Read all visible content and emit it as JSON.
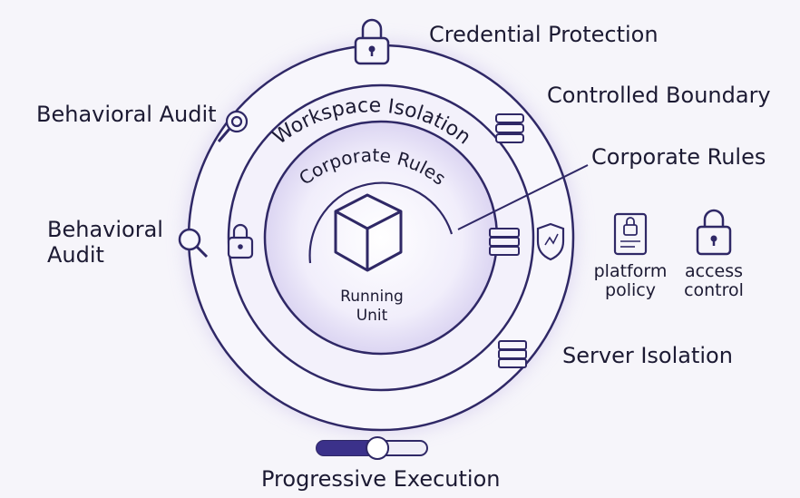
{
  "rings": {
    "middle_label": "Workspace Isolation",
    "inner_label": "Corporate Rules"
  },
  "core": {
    "line1": "Running",
    "line2": "Unit"
  },
  "labels": {
    "credential_protection": "Credential Protection",
    "controlled_boundary": "Controlled Boundary",
    "corporate_rules": "Corporate Rules",
    "behavioral_audit_top": "Behavioral Audit",
    "behavioral_audit_left_line1": "Behavioral",
    "behavioral_audit_left_line2": "Audit",
    "server_isolation": "Server Isolation",
    "progressive_execution": "Progressive Execution",
    "platform_policy_line1": "platform",
    "platform_policy_line2": "policy",
    "access_control_line1": "access",
    "access_control_line2": "control"
  },
  "colors": {
    "ring": "#2f2866",
    "accent": "#6b5bb8",
    "glow": "#cfc6ee",
    "slider_fill": "#3b318a"
  },
  "icons": [
    "lock-icon",
    "magnifier-badge-icon",
    "server-db-icon",
    "search-icon",
    "lock-icon",
    "server-icon",
    "shield-icon",
    "policy-document-icon",
    "access-lock-icon",
    "server-icon",
    "cube-icon"
  ],
  "progress": {
    "level": 0.55
  }
}
